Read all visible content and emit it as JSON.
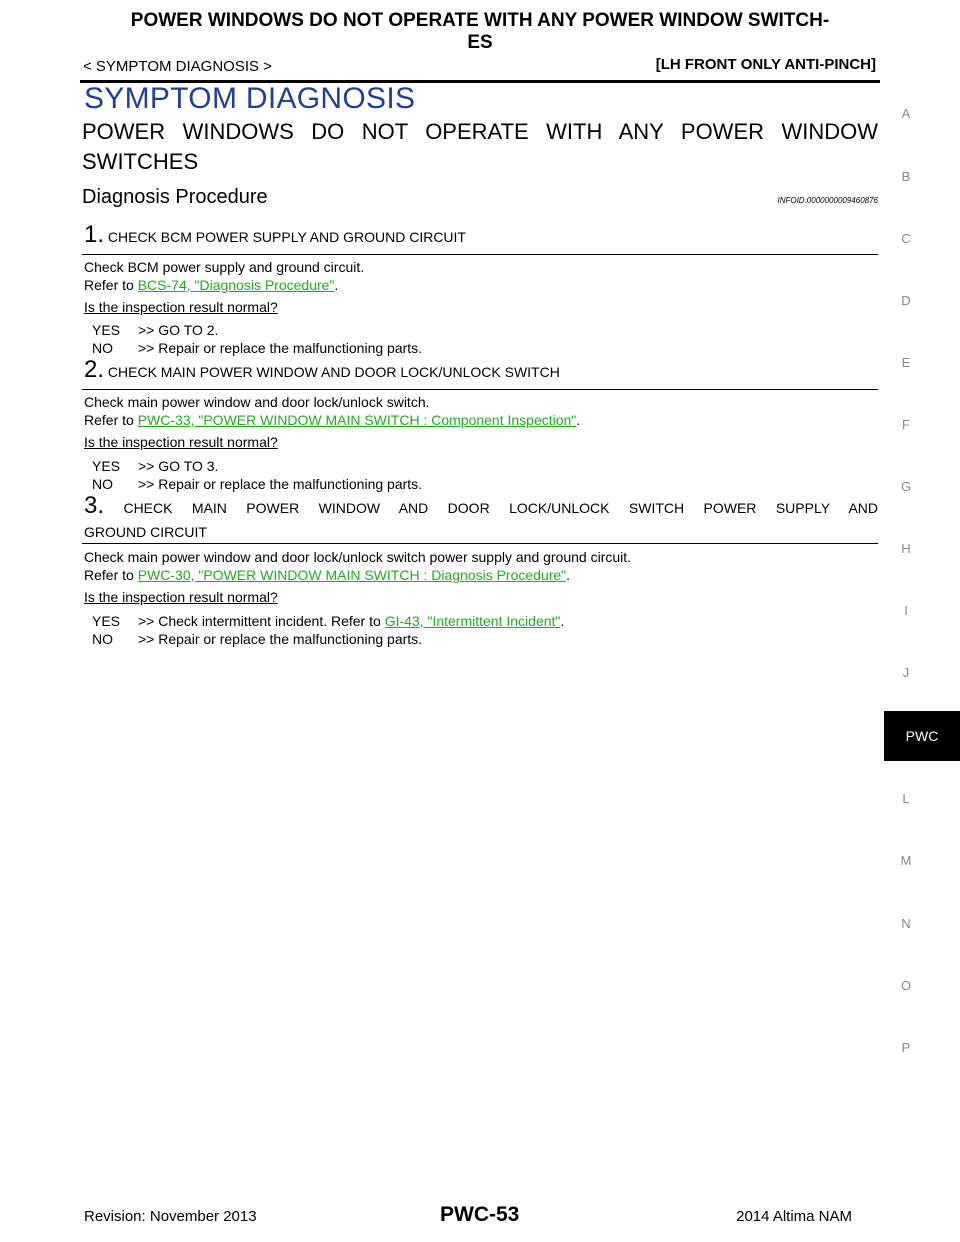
{
  "header": {
    "title_line1": "POWER WINDOWS DO NOT OPERATE WITH ANY POWER WINDOW SWITCH-",
    "title_line2": "ES",
    "breadcrumb": "< SYMPTOM DIAGNOSIS >",
    "variant": "[LH FRONT ONLY ANTI-PINCH]"
  },
  "section_title": "SYMPTOM DIAGNOSIS",
  "topic": "POWER WINDOWS DO NOT OPERATE WITH ANY POWER WINDOW SWITCHES",
  "subtopic": "Diagnosis Procedure",
  "info_id": "INFOID:0000000009460876",
  "steps": [
    {
      "number": "1.",
      "title": "CHECK BCM POWER SUPPLY AND GROUND CIRCUIT",
      "text": "Check BCM power supply and ground circuit.",
      "refer_prefix": "Refer to ",
      "refer_link": "BCS-74, \"Diagnosis Procedure\"",
      "refer_suffix": ".",
      "question": "Is the inspection result normal?",
      "yes_key": "YES",
      "yes_text": ">> GO TO 2.",
      "no_key": "NO",
      "no_text": ">> Repair or replace the malfunctioning parts."
    },
    {
      "number": "2.",
      "title": "CHECK MAIN POWER WINDOW AND DOOR LOCK/UNLOCK SWITCH",
      "text": "Check main power window and door lock/unlock switch.",
      "refer_prefix": "Refer to ",
      "refer_link": "PWC-33, \"POWER WINDOW MAIN SWITCH : Component Inspection\"",
      "refer_suffix": ".",
      "question": "Is the inspection result normal?",
      "yes_key": "YES",
      "yes_text": ">> GO TO 3.",
      "no_key": "NO",
      "no_text": ">> Repair or replace the malfunctioning parts."
    },
    {
      "number": "3.",
      "title_line1": "CHECK MAIN POWER WINDOW AND DOOR LOCK/UNLOCK SWITCH POWER SUPPLY AND",
      "title_line2": "GROUND CIRCUIT",
      "text": "Check main power window and door lock/unlock switch power supply and ground circuit.",
      "refer_prefix": "Refer to ",
      "refer_link": "PWC-30, \"POWER WINDOW MAIN SWITCH : Diagnosis Procedure\"",
      "refer_suffix": ".",
      "question": "Is the inspection result normal?",
      "yes_key": "YES",
      "yes_text": ">> Check intermittent incident. Refer to ",
      "yes_link": "GI-43, \"Intermittent Incident\"",
      "yes_suffix": ".",
      "no_key": "NO",
      "no_text": ">> Repair or replace the malfunctioning parts."
    }
  ],
  "side_index": [
    "A",
    "B",
    "C",
    "D",
    "E",
    "F",
    "G",
    "H",
    "I",
    "J",
    "PWC",
    "L",
    "M",
    "N",
    "O",
    "P"
  ],
  "footer": {
    "revision": "Revision: November 2013",
    "page": "PWC-53",
    "model": "2014 Altima NAM"
  },
  "colors": {
    "section_title": "#1f3f99",
    "link": "#22aa22"
  }
}
